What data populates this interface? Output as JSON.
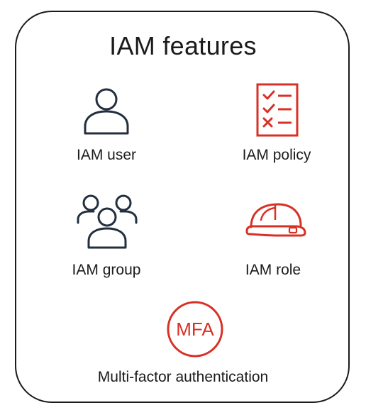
{
  "title": "IAM features",
  "colors": {
    "outline": "#1b1b1b",
    "user_icon": "#232f3e",
    "accent_red": "#d93025"
  },
  "features": [
    {
      "label": "IAM user",
      "icon": "user-icon"
    },
    {
      "label": "IAM policy",
      "icon": "checklist-icon"
    },
    {
      "label": "IAM group",
      "icon": "group-icon"
    },
    {
      "label": "IAM role",
      "icon": "hard-hat-icon"
    },
    {
      "label": "Multi-factor authentication",
      "icon": "mfa-icon",
      "icon_text": "MFA"
    }
  ]
}
